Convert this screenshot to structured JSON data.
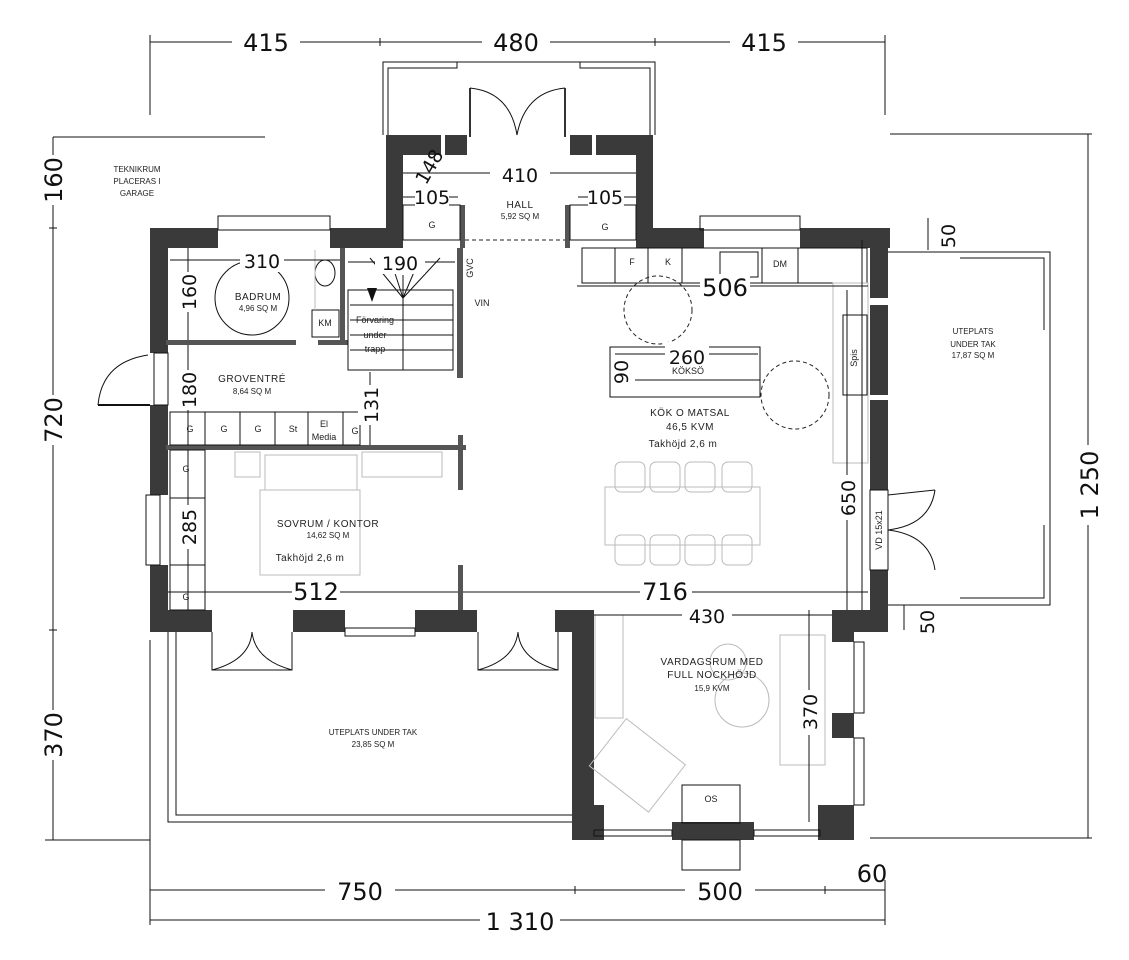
{
  "plan": {
    "note": [
      "TEKNIKRUM",
      "PLACERAS I",
      "GARAGE"
    ],
    "dimensions": {
      "top": [
        "415",
        "480",
        "415"
      ],
      "bottom_segments": [
        "750",
        "500",
        "60"
      ],
      "bottom_total": "1 310",
      "left": [
        "160",
        "720",
        "370"
      ],
      "right_total": "1 250",
      "right_offsets": [
        "50",
        "50"
      ],
      "hall_width": "410",
      "hall_depth": "148",
      "hall_side_left": "105",
      "hall_side_right": "105",
      "bath_width": "310",
      "bath_depth": "160",
      "stair_width": "190",
      "groventre_depth": "180",
      "closet_depth": "131",
      "bedroom_depth": "285",
      "bedroom_width": "512",
      "kitchen_width": "506",
      "island_length": "260",
      "island_depth": "90",
      "living_total_width": "716",
      "dining_depth": "650",
      "livingroom_width": "430",
      "livingroom_depth": "370"
    },
    "rooms": {
      "hall": {
        "name": "HALL",
        "area": "5,92 SQ M"
      },
      "badrum": {
        "name": "BADRUM",
        "area": "4,96 SQ M"
      },
      "groventre": {
        "name": "GROVENTRÉ",
        "area": "8,64 SQ M"
      },
      "sovrum": {
        "name": "SOVRUM / KONTOR",
        "area": "14,62 SQ M",
        "ceiling": "Takhöjd 2,6 m"
      },
      "kok": {
        "name": "KÖK O MATSAL",
        "area": "46,5 KVM",
        "ceiling": "Takhöjd 2,6 m"
      },
      "vardagsrum": {
        "name": [
          "VARDAGSRUM MED",
          "FULL NOCKHÖJD"
        ],
        "area": "15,9 KVM"
      },
      "uteplats_east": {
        "name": [
          "UTEPLATS",
          "UNDER TAK"
        ],
        "area": "17,87 SQ M"
      },
      "uteplats_south": {
        "name": "UTEPLATS UNDER TAK",
        "area": "23,85 SQ M"
      }
    },
    "labels": {
      "g": "G",
      "km": "KM",
      "forvaring": [
        "Förvaring",
        "under",
        "trapp"
      ],
      "st": "St",
      "el_media": [
        "El",
        "Media"
      ],
      "gvc": "GVC",
      "vin": "VIN",
      "f": "F",
      "k": "K",
      "dm": "DM",
      "kokso": "KÖKSÖ",
      "spis": "Spis",
      "vd": "VD 15x21",
      "os": "OS"
    }
  }
}
